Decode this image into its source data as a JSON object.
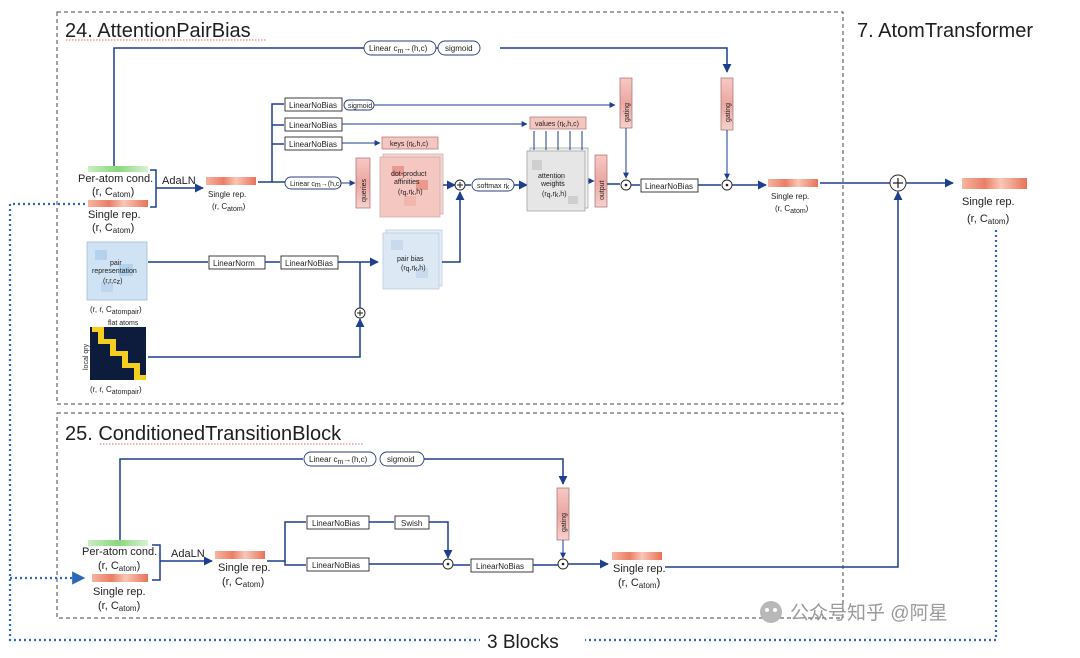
{
  "attention_block": {
    "title": "24. AttentionPairBias",
    "linear_top": "Linear c",
    "linear_top_sub": "m",
    "linear_top_rest": "→(h,c)",
    "sigmoid_top": "sigmoid",
    "per_atom_cond": "Per-atom cond.",
    "r_catom": "(r, C",
    "atom_sub": "atom",
    "close": ")",
    "single_rep": "Single rep.",
    "adaln": "AdaLN",
    "linear_no_bias": "LinearNoBias",
    "sigmoid_small": "sigmoid",
    "linear_mid": "Linear c",
    "linear_mid_rest": "→(h,c)",
    "keys": "keys (r",
    "keys_rest": ",h,c)",
    "values": "values (r",
    "values_rest": ",h,c)",
    "queries": "queries",
    "dot_product": "dot-product",
    "affinities": "affinities",
    "affinities_shape": "(r",
    "affinities_shape_rest": ",h)",
    "softmax": "softmax r",
    "attention": "attention",
    "weights": "weights",
    "gating": "gating",
    "output": "output",
    "pair_representation": "pair",
    "pair_representation_2": "representation",
    "pair_shape": "(r,r,c",
    "pair_shape_rest": ")",
    "pair_shape_sub": "z",
    "r_r_catompair": "(r, r, C",
    "atompair_sub": "atompair",
    "linear_norm": "LinearNorm",
    "pair_bias": "pair bias",
    "pair_bias_shape": "(r",
    "pair_bias_shape_rest": ",h)",
    "flat_atoms": "flat atoms",
    "local_qry": "local qry"
  },
  "transformer": {
    "title": "7. AtomTransformer",
    "single_rep": "Single rep.",
    "r_catom": "(r, C",
    "atom_sub": "atom",
    "close": ")"
  },
  "transition_block": {
    "title": "25. ConditionedTransitionBlock",
    "linear": "Linear c",
    "linear_rest": "→(h,c)",
    "sigmoid": "sigmoid",
    "per_atom_cond": "Per-atom cond.",
    "single_rep": "Single rep.",
    "adaln": "AdaLN",
    "linear_no_bias": "LinearNoBias",
    "swish": "Swish",
    "gating": "gating"
  },
  "loop_label": "3 Blocks",
  "watermark": "公众号知乎 @阿星",
  "colors": {
    "arrow": "#1d3f8f",
    "dotted_loop": "#2c66b8",
    "gate_fill": "#f0bcbc"
  }
}
